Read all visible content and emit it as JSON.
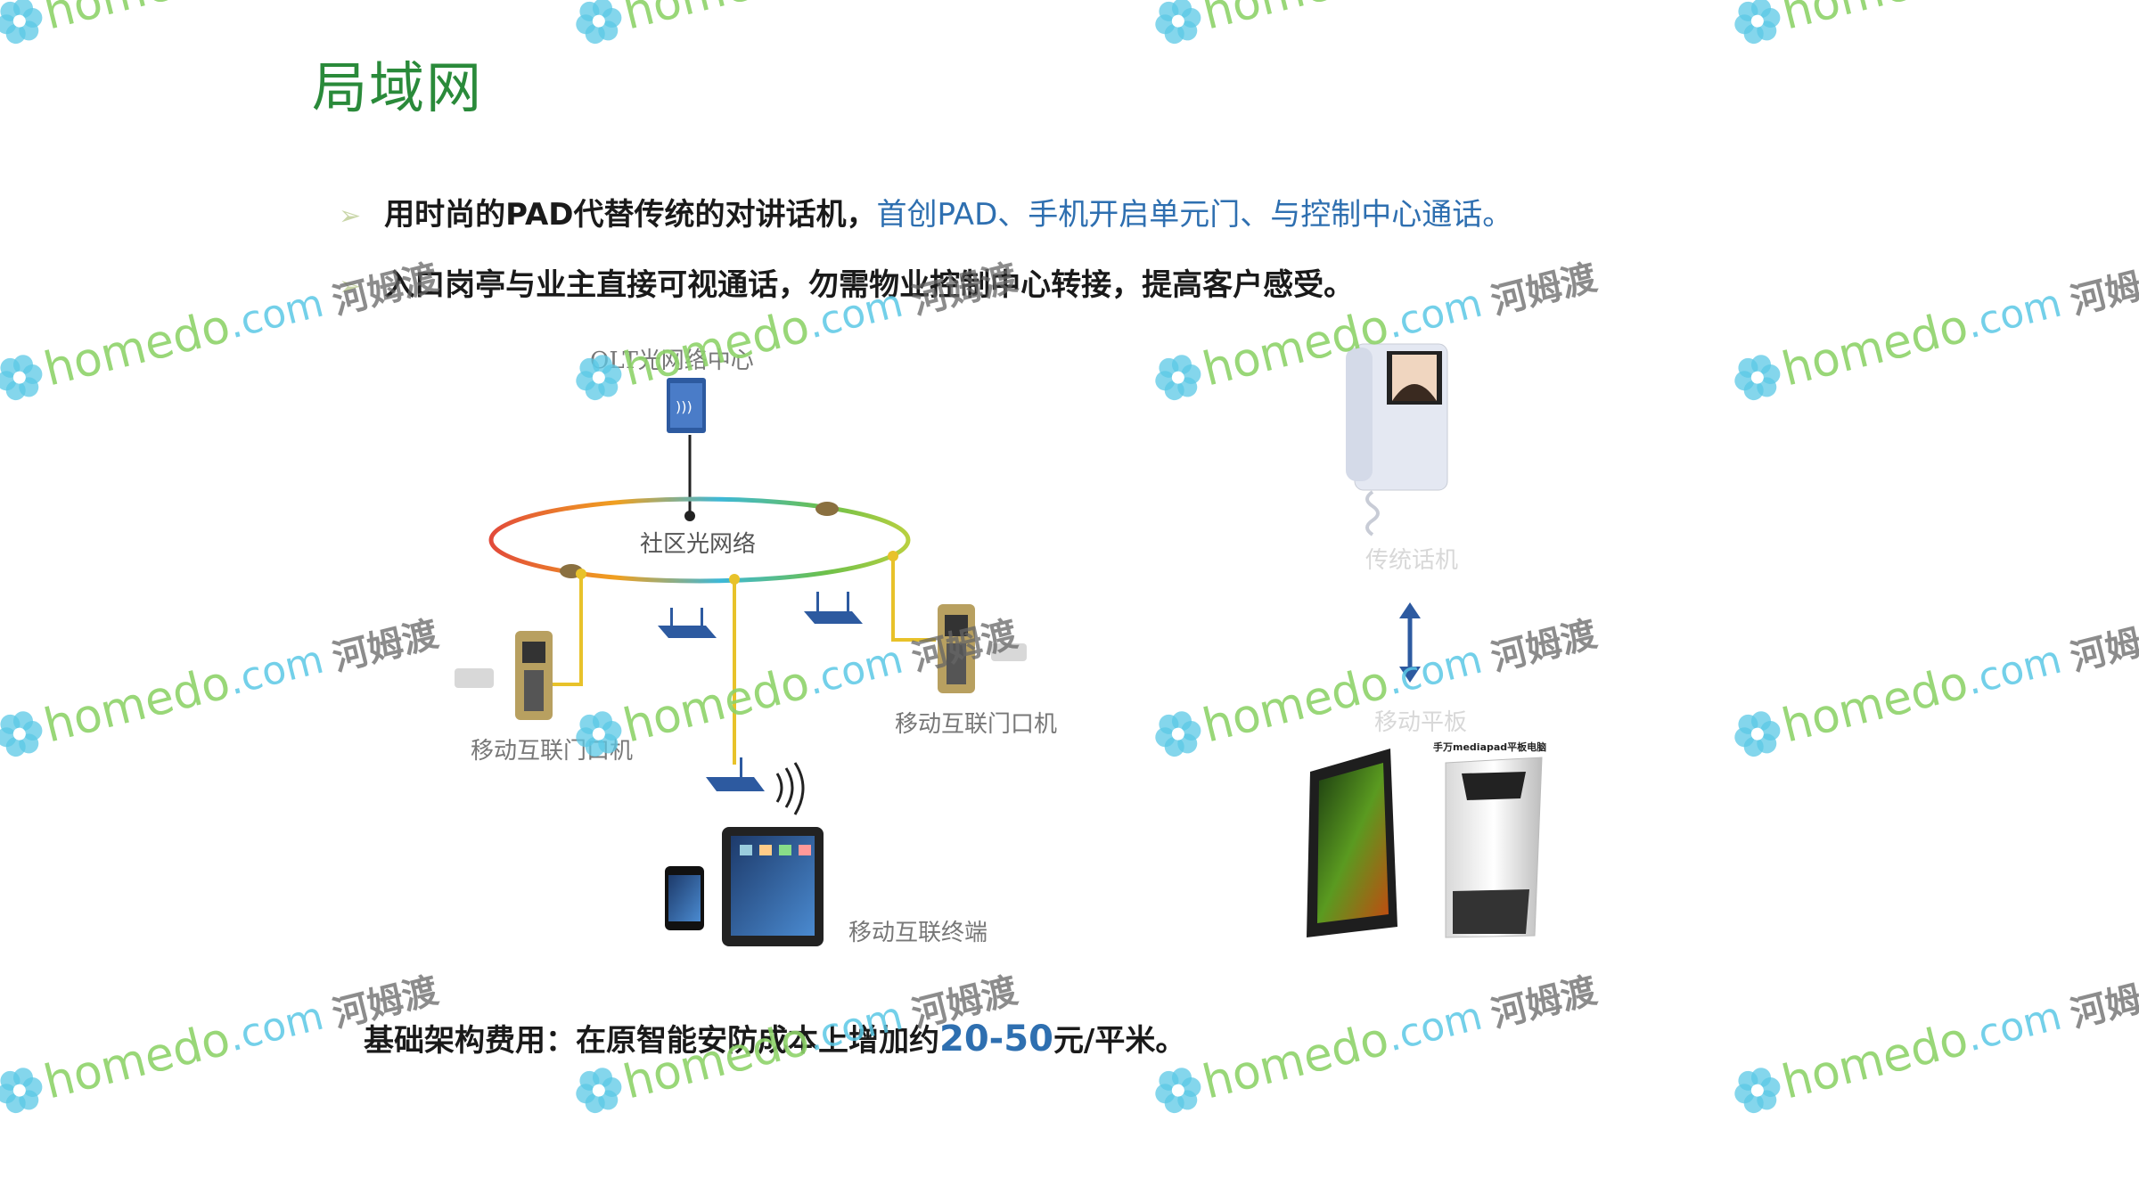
{
  "title": "局域网",
  "bullets": [
    {
      "text": "用时尚的PAD代替传统的对讲话机，",
      "highlight": "首创PAD、手机开启单元门、与控制中心通话。"
    },
    {
      "text": "入口岗亭与业主直接可视通话，勿需物业控制中心转接，提高客户感受。",
      "highlight": ""
    }
  ],
  "cost": {
    "prefix": "基础架构费用：在原智能安防成本上增加约",
    "value": "20-50",
    "suffix": "元/平米。"
  },
  "diagram": {
    "olt_label": "OLT光网络中心",
    "ring_label": "社区光网络",
    "door_left_label": "移动互联门口机",
    "door_right_label": "移动互联门口机",
    "terminal_label": "移动互联终端",
    "phone_label": "传统话机",
    "tablet_label": "移动平板",
    "tablet_caption": "手万mediapad平板电脑"
  },
  "watermark": {
    "brand": "homedo",
    "domain": ".com",
    "cn": "河姆渡"
  },
  "colors": {
    "title": "#2a8a3a",
    "highlight": "#2e6fb0",
    "watermark": "#8ed36a",
    "flower": "#5bc8e6",
    "link": "#e8c22a"
  }
}
